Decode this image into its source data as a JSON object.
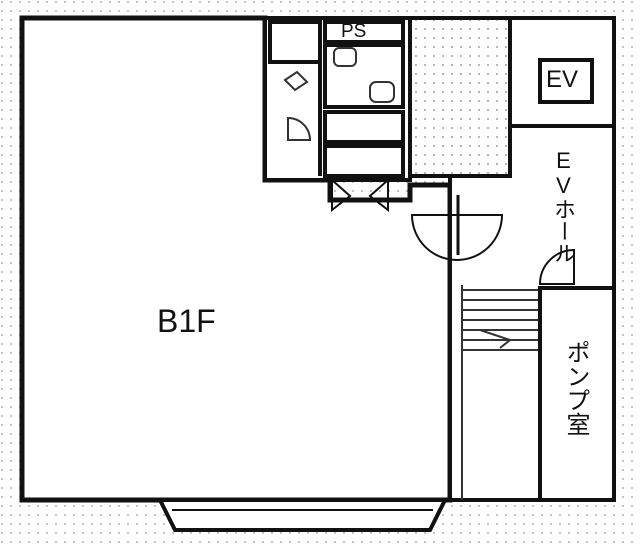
{
  "floor_plan": {
    "floor_label": "B1F",
    "rooms": {
      "pipe_shaft": "PS",
      "elevator": "EV",
      "elevator_hall": "EVホール",
      "pump_room": "ポンプ室"
    }
  }
}
